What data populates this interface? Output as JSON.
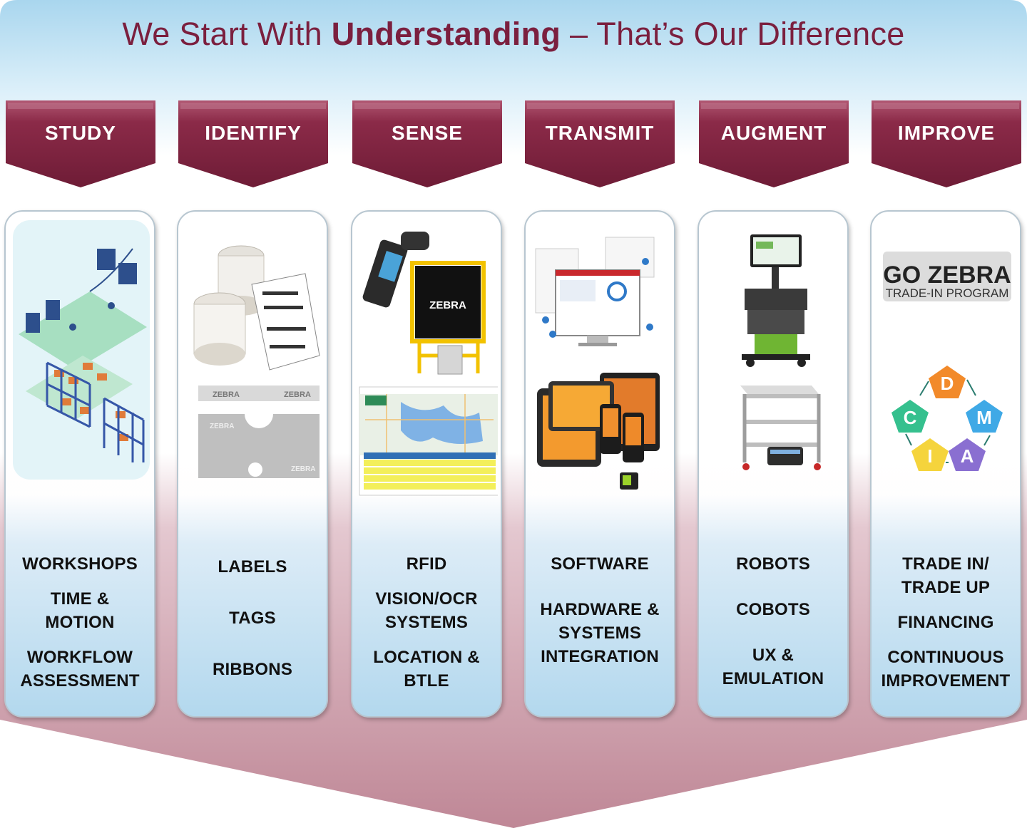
{
  "title": {
    "prefix": "We Start With ",
    "emphasis": "Understanding",
    "suffix": " – That’s Our Difference"
  },
  "colors": {
    "maroon": "#8b2a48",
    "maroon_dark": "#6e1c36",
    "sky": "#bfe0f3",
    "panel_border": "#b7c6d0"
  },
  "stages": [
    {
      "label": "STUDY",
      "icon": "warehouse-isometric-icon",
      "items": [
        "WORKSHOPS",
        "TIME & MOTION",
        "WORKFLOW ASSESSMENT"
      ]
    },
    {
      "label": "IDENTIFY",
      "icon": "label-rolls-icon",
      "items": [
        "LABELS",
        "TAGS",
        "RIBBONS"
      ],
      "logos": [
        "ZEBRA",
        "ZEBRA",
        "ZEBRA",
        "ZEBRA"
      ]
    },
    {
      "label": "SENSE",
      "icon": "rfid-scanner-icon",
      "items": [
        "RFID",
        "VISION/OCR SYSTEMS",
        "LOCATION & BTLE"
      ],
      "logos": [
        "ZEBRA"
      ]
    },
    {
      "label": "TRANSMIT",
      "icon": "dashboard-devices-icon",
      "items": [
        "SOFTWARE",
        "HARDWARE & SYSTEMS INTEGRATION"
      ]
    },
    {
      "label": "AUGMENT",
      "icon": "robot-cart-icon",
      "items": [
        "ROBOTS",
        "COBOTS",
        "UX & EMULATION"
      ]
    },
    {
      "label": "IMPROVE",
      "icon": "dmaic-cycle-icon",
      "items": [
        "TRADE IN/ TRADE UP",
        "FINANCING",
        "CONTINUOUS IMPROVEMENT"
      ],
      "badge": {
        "brand": "GO ZEBRA",
        "subtitle": "TRADE-IN PROGRAM"
      },
      "cycle": [
        "D",
        "M",
        "A",
        "I",
        "C"
      ]
    }
  ]
}
